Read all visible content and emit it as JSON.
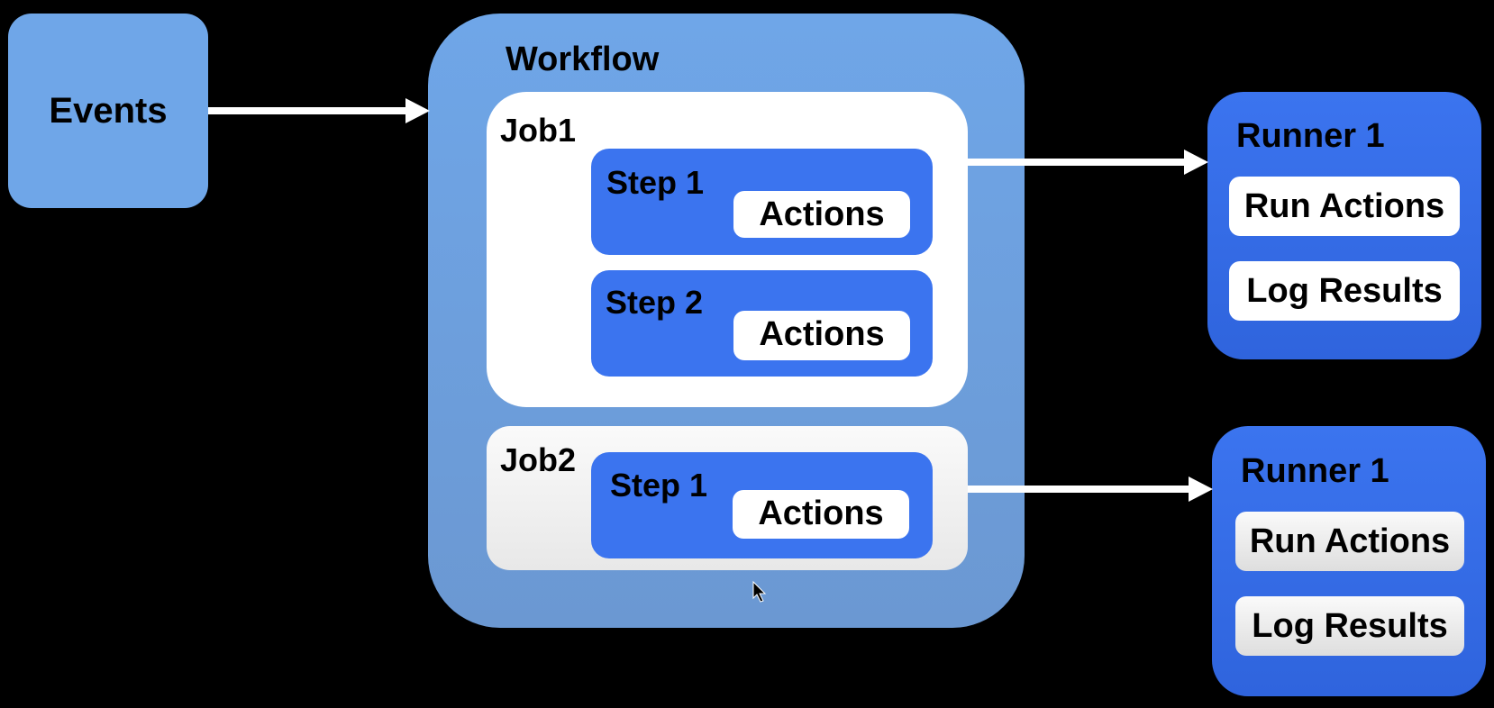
{
  "events": {
    "label": "Events"
  },
  "workflow": {
    "title": "Workflow",
    "job1": {
      "label": "Job1",
      "step1": {
        "label": "Step 1",
        "actions": "Actions"
      },
      "step2": {
        "label": "Step 2",
        "actions": "Actions"
      }
    },
    "job2": {
      "label": "Job2",
      "step1": {
        "label": "Step 1",
        "actions": "Actions"
      }
    }
  },
  "runner_a": {
    "title": "Runner 1",
    "run": "Run Actions",
    "log": "Log Results"
  },
  "runner_b": {
    "title": "Runner 1",
    "run": "Run Actions",
    "log": "Log Results"
  },
  "colors": {
    "background": "#000000",
    "light_blue": "#6fa6e8",
    "blue": "#3b74ef",
    "white": "#ffffff"
  }
}
